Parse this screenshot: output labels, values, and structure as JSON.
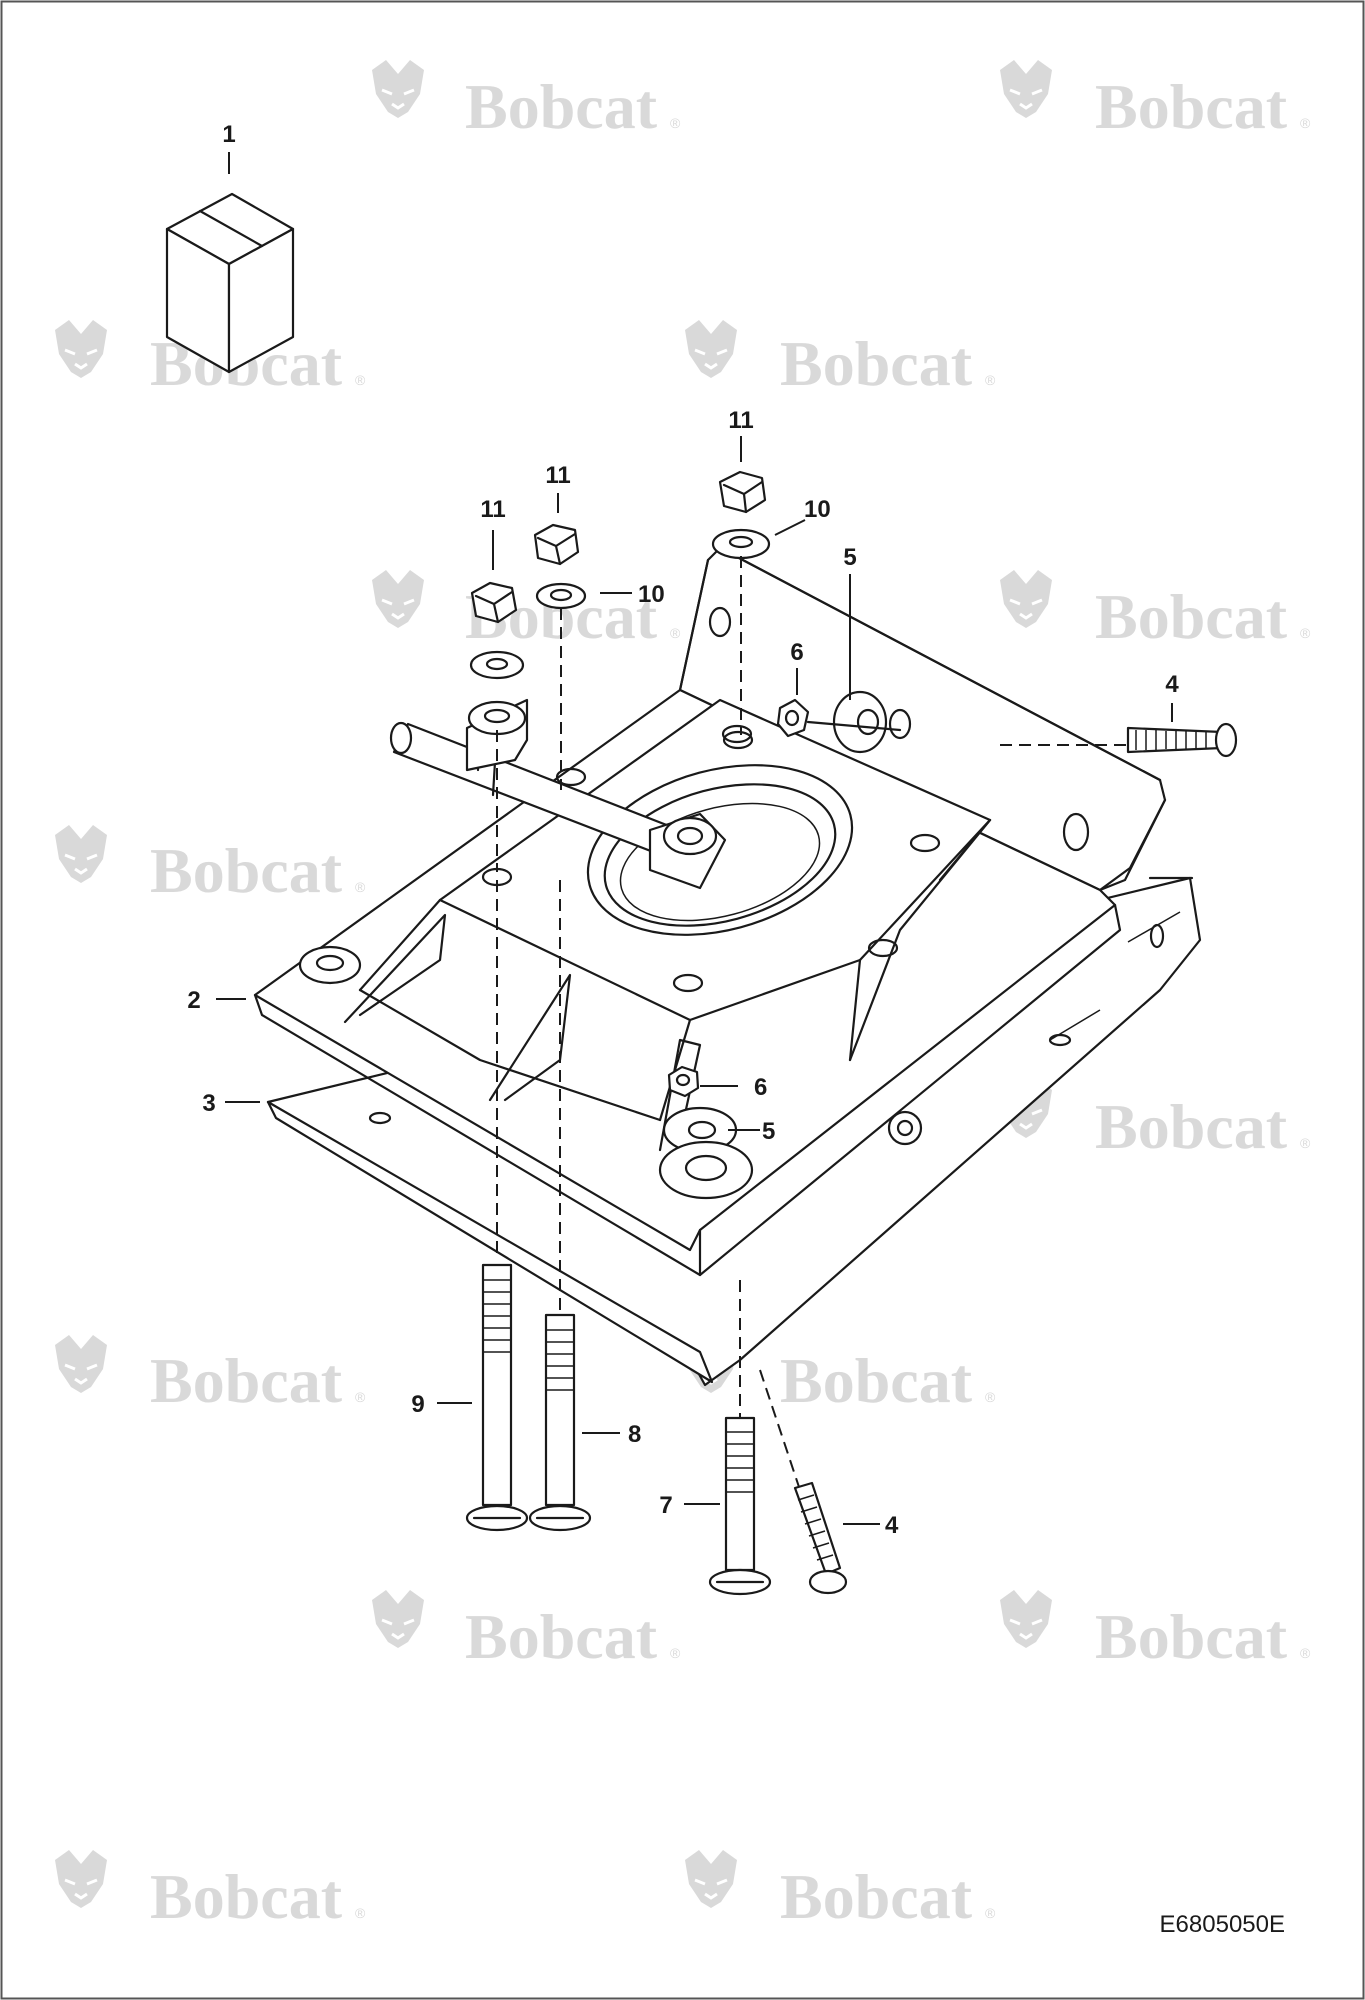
{
  "watermark": {
    "brand": "Bobcat",
    "registered_mark": "®",
    "icon": "bobcat-head-icon",
    "color": "#d9d9d9"
  },
  "callouts": {
    "c1": "1",
    "c2": "2",
    "c3": "3",
    "c4_top": "4",
    "c4_bottom": "4",
    "c5_top": "5",
    "c5_bottom": "5",
    "c6_top": "6",
    "c6_bottom": "6",
    "c7": "7",
    "c8": "8",
    "c9": "9",
    "c10_left": "10",
    "c10_right": "10",
    "c11_left": "11",
    "c11_mid": "11",
    "c11_right": "11"
  },
  "figure_code": "E6805050E",
  "colors": {
    "line": "#1a1a1a",
    "background": "#ffffff",
    "border": "#555555"
  }
}
